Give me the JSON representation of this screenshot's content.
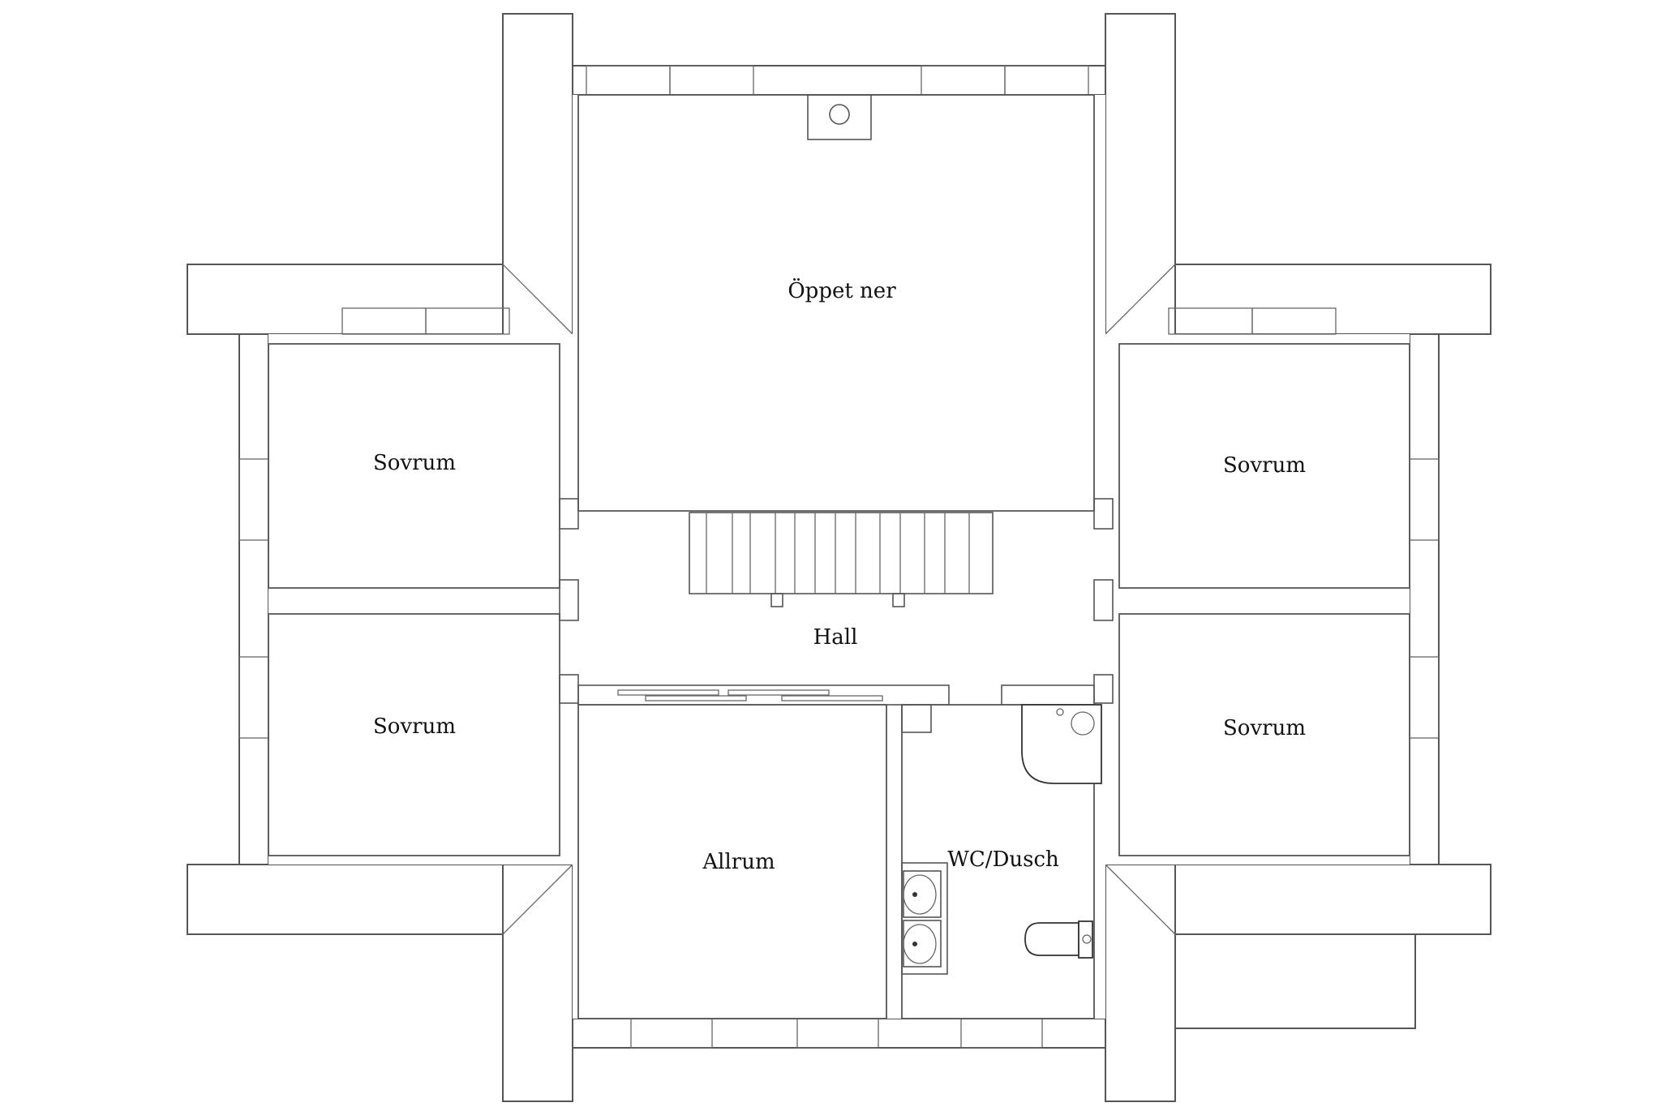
{
  "rooms": {
    "open_below": "Öppet ner",
    "bedroom_top_left": "Sovrum",
    "bedroom_top_right": "Sovrum",
    "bedroom_bottom_left": "Sovrum",
    "bedroom_bottom_right": "Sovrum",
    "hall": "Hall",
    "living_room": "Allrum",
    "bathroom": "WC/Dusch"
  },
  "colors": {
    "line": "#555555",
    "background": "#ffffff",
    "text": "#111111"
  }
}
